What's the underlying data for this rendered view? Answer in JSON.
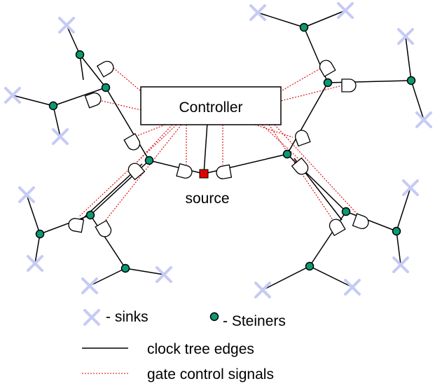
{
  "controller": {
    "label": "Controller"
  },
  "source": {
    "label": "source",
    "color": "#e00000"
  },
  "legend": {
    "sinks": "- sinks",
    "steiners": "- Steiners",
    "clock_edges": "clock tree edges",
    "gate_signals": "gate control signals"
  },
  "colors": {
    "sink": "#c6cbf4",
    "steiner": "#0b9a73",
    "control_signal": "#e00000",
    "edge": "#000000"
  }
}
